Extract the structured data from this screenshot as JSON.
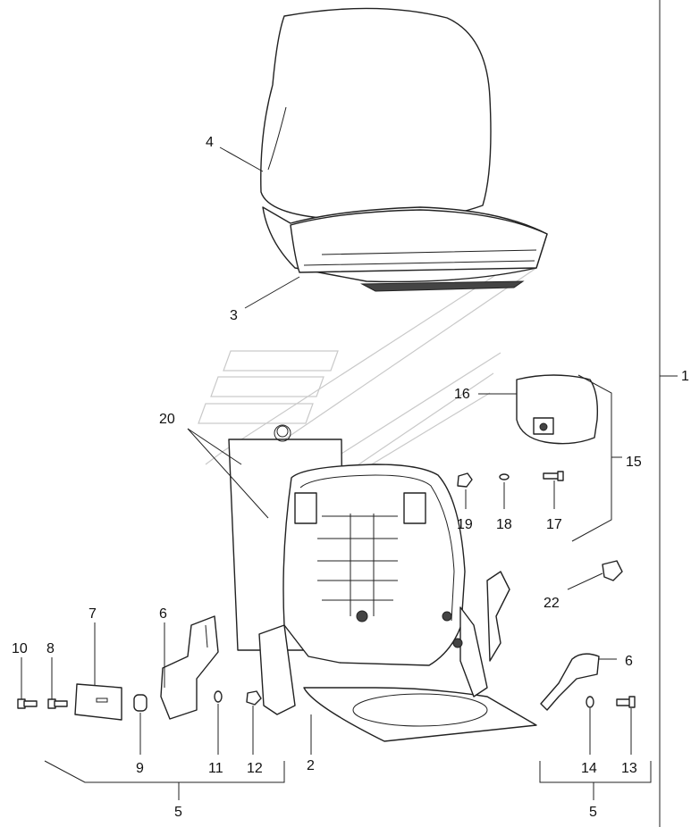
{
  "labels": {
    "l1": "1",
    "l2": "2",
    "l3": "3",
    "l4": "4",
    "l5a": "5",
    "l5b": "5",
    "l6a": "6",
    "l6b": "6",
    "l7": "7",
    "l8": "8",
    "l9": "9",
    "l10": "10",
    "l11": "11",
    "l12": "12",
    "l13": "13",
    "l14": "14",
    "l15": "15",
    "l16": "16",
    "l17": "17",
    "l18": "18",
    "l19": "19",
    "l20": "20",
    "l22": "22"
  },
  "colors": {
    "line": "#222222",
    "watermark": "#c9c9c9",
    "background": "#ffffff"
  }
}
